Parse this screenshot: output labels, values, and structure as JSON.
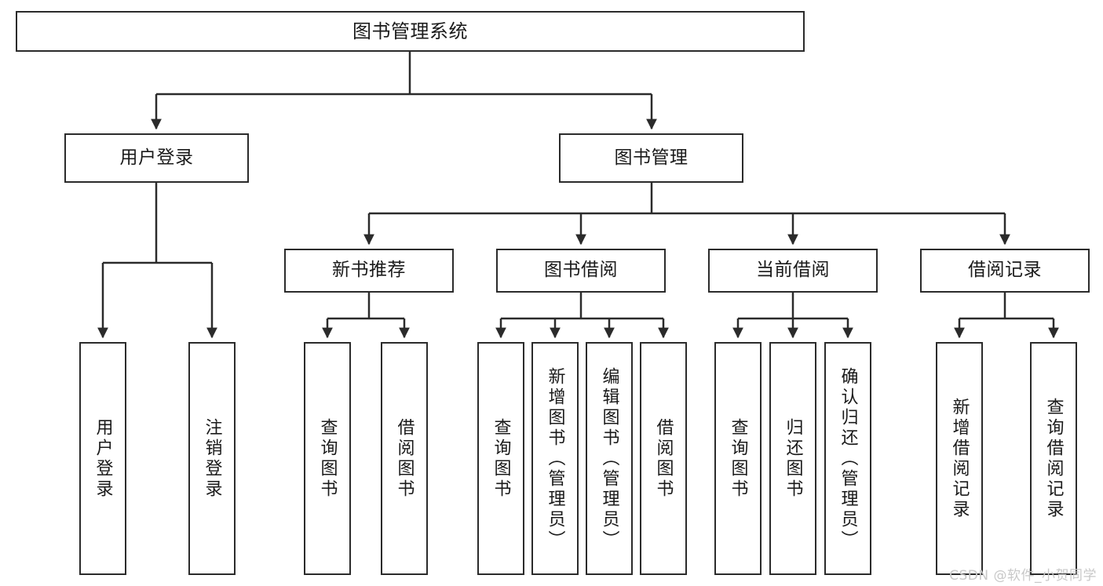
{
  "diagram": {
    "title_node": {
      "label": "图书管理系统"
    },
    "level2": [
      {
        "id": "user-login",
        "label": "用户登录"
      },
      {
        "id": "book-management",
        "label": "图书管理"
      }
    ],
    "level3": [
      {
        "id": "new-book-recommend",
        "label": "新书推荐"
      },
      {
        "id": "book-borrow",
        "label": "图书借阅"
      },
      {
        "id": "current-borrow",
        "label": "当前借阅"
      },
      {
        "id": "borrow-record",
        "label": "借阅记录"
      }
    ],
    "leaves": {
      "user_login": [
        {
          "id": "leaf-user-login",
          "label": "用户登录"
        },
        {
          "id": "leaf-logout-login",
          "label": "注销登录"
        }
      ],
      "new_book_recommend": [
        {
          "id": "leaf-query-book-1",
          "label": "查询图书"
        },
        {
          "id": "leaf-borrow-book-1",
          "label": "借阅图书"
        }
      ],
      "book_borrow": [
        {
          "id": "leaf-query-book-2",
          "label": "查询图书"
        },
        {
          "id": "leaf-add-book",
          "label": "新增图书（管理员）"
        },
        {
          "id": "leaf-edit-book",
          "label": "编辑图书（管理员）"
        },
        {
          "id": "leaf-borrow-book-2",
          "label": "借阅图书"
        }
      ],
      "current_borrow": [
        {
          "id": "leaf-query-book-3",
          "label": "查询图书"
        },
        {
          "id": "leaf-return-book",
          "label": "归还图书"
        },
        {
          "id": "leaf-confirm-return",
          "label": "确认归还（管理员）"
        }
      ],
      "borrow_record": [
        {
          "id": "leaf-add-borrow-record",
          "label": "新增借阅记录"
        },
        {
          "id": "leaf-query-borrow-record",
          "label": "查询借阅记录"
        }
      ]
    },
    "colors": {
      "stroke": "#2b2b2b",
      "fill": "#ffffff",
      "text": "#1a1a1a",
      "watermark": "#c8c8c8"
    }
  },
  "watermark": {
    "text": "CSDN @软件_小贺同学"
  }
}
